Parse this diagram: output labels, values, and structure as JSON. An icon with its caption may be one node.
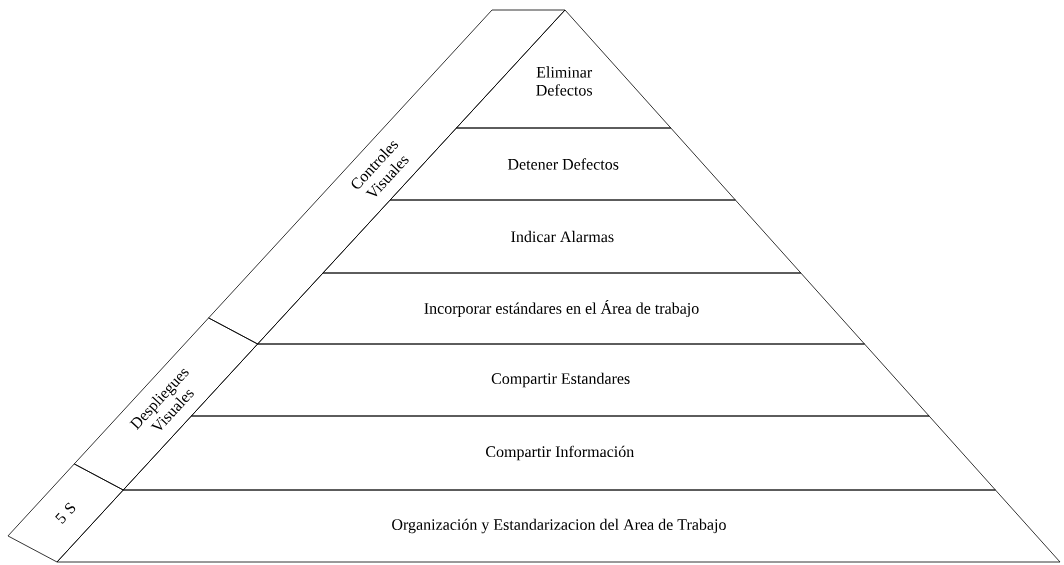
{
  "diagram": {
    "nodes": [
      {
        "text": [
          "Eliminar Defectos"
        ]
      },
      {
        "text": [
          "Detener Defectos"
        ]
      },
      {
        "text": [
          "Indicar Alarmas"
        ]
      },
      {
        "text": [
          "Incorporar estándares en el Área de trabajo"
        ]
      },
      {
        "text": [
          "Compartir Estandares"
        ]
      },
      {
        "text": [
          "Compartir Información"
        ]
      },
      {
        "text": [
          "Organización y Estandarizacion del Area de Trabajo"
        ]
      },
      {
        "text": [
          "Controles Visuales"
        ]
      },
      {
        "text": [
          "Despliegues Visuales"
        ]
      },
      {
        "text": [
          "5 S"
        ]
      }
    ]
  }
}
